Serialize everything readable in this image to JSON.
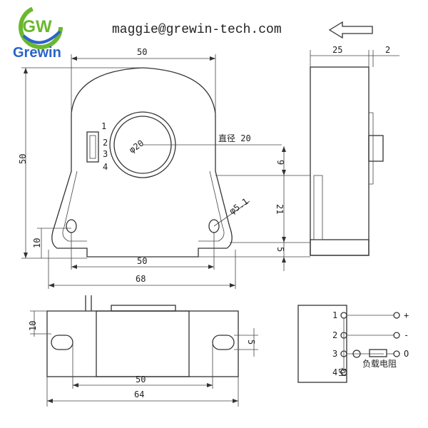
{
  "logo": {
    "monogram": "GW",
    "brand": "Grewin",
    "colors": {
      "green": "#6ab82e",
      "blue": "#2a63c9",
      "yellow": "#f2c500"
    }
  },
  "header": {
    "email": "maggie@grewin-tech.com",
    "arrow_icon": "left-arrow-icon"
  },
  "front_view": {
    "top_width": "50",
    "height": "50",
    "bottom_width_inner": "50",
    "bottom_width_total": "68",
    "base_height": "10",
    "hole_label": "φ20",
    "diameter_note": "直径 20",
    "mount_hole_label": "φ5.1",
    "pins": [
      "1",
      "2",
      "3",
      "4"
    ]
  },
  "side_view": {
    "depth": "25",
    "pin_offset": "2",
    "dim_9": "9",
    "dim_21": "21",
    "dim_5": "5"
  },
  "bottom_view": {
    "height": "10",
    "slot_dim": "5",
    "inner_width": "50",
    "total_width": "64"
  },
  "wiring": {
    "pins": [
      "1",
      "2",
      "3",
      "4"
    ],
    "pin4_suffix": "空",
    "load_label": "负载电阻",
    "terminal_marks": [
      "+",
      "-",
      "O"
    ]
  }
}
